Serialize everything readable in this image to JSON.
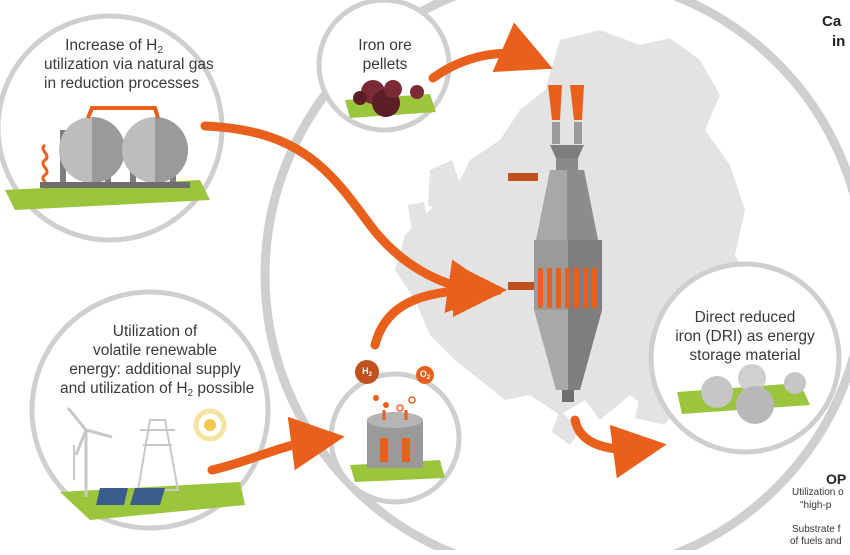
{
  "labels": {
    "ng_line1": "Increase of H",
    "ng_sub": "2",
    "ng_line2": "utilization via natural gas",
    "ng_line3": "in reduction processes",
    "ore_line1": "Iron ore",
    "ore_line2": "pellets",
    "re_line1": "Utilization of",
    "re_line2": "volatile renewable",
    "re_line3": "energy: additional supply",
    "re_line4a": "and utilization of H",
    "re_sub": "2",
    "re_line4b": " possible",
    "dri_line1": "Direct reduced",
    "dri_line2": "iron (DRI) as energy",
    "dri_line3": "storage material",
    "h2_symbol": "H",
    "h2_sub": "2",
    "o2_symbol": "O",
    "o2_sub": "2"
  },
  "clipped_text": {
    "top_right_1": "Ca",
    "top_right_2": "in",
    "bottom_right_heading": "OP",
    "bottom_right_1": "Utilization o",
    "bottom_right_2": "\"high-p",
    "bottom_right_3": "Substrate f",
    "bottom_right_4": "of fuels and"
  },
  "colors": {
    "orange": "#e8601c",
    "ring": "#c9c9c9",
    "map": "#e3e3e3",
    "grass": "#9bc53d",
    "steel": "#9a9a9a",
    "dark_steel": "#6e6e6e",
    "pellet": "#7a2b35"
  }
}
